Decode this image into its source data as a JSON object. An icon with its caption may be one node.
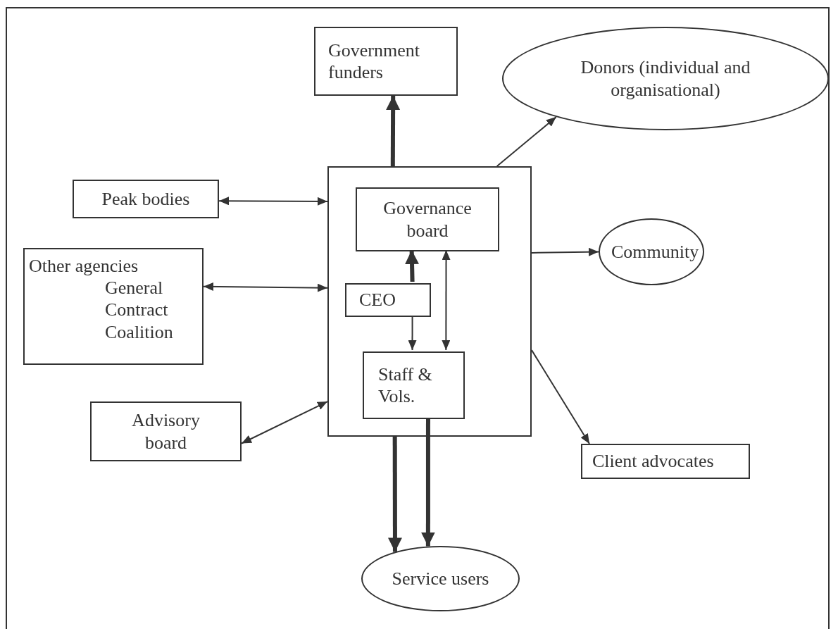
{
  "diagram": {
    "nodes": [
      {
        "text": [
          "Government funders"
        ]
      },
      {
        "text": [
          "Donors (individual and organisational)"
        ]
      },
      {
        "text": [
          "Peak bodies"
        ]
      },
      {
        "text": [],
        "shape": "box"
      },
      {
        "text": [
          "Governance board"
        ],
        "in": 3
      },
      {
        "text": [
          "CEO"
        ],
        "in": 3
      },
      {
        "text": [
          "Staff & Vols."
        ],
        "in": 3
      },
      {
        "text": [
          "Community"
        ]
      },
      {
        "text": [
          "Other agencies",
          "General",
          "Contract",
          "Coalition"
        ]
      },
      {
        "text": [
          "Advisory board"
        ]
      },
      {
        "text": [
          "Client advocates"
        ]
      },
      {
        "text": [
          "Service users"
        ]
      }
    ],
    "edges": [
      {
        "from": 3,
        "to": 0,
        "arrow": "to",
        "style": "thick"
      },
      {
        "from": 3,
        "to": 1,
        "arrow": "to"
      },
      {
        "from": 2,
        "to": 3,
        "arrow": "both"
      },
      {
        "from": 8,
        "to": 3,
        "arrow": "both"
      },
      {
        "from": 9,
        "to": 3,
        "arrow": "both"
      },
      {
        "from": 3,
        "to": 7,
        "arrow": "to"
      },
      {
        "from": 3,
        "to": 10,
        "arrow": "to"
      },
      {
        "from": 5,
        "to": 4,
        "arrow": "to",
        "style": "thick"
      },
      {
        "from": 5,
        "to": 6,
        "arrow": "to"
      },
      {
        "from": 4,
        "to": 6,
        "arrow": "both"
      },
      {
        "from": 3,
        "to": 11,
        "arrow": "to",
        "style": "thick"
      },
      {
        "from": 6,
        "to": 11,
        "arrow": "to",
        "style": "thick"
      }
    ]
  }
}
